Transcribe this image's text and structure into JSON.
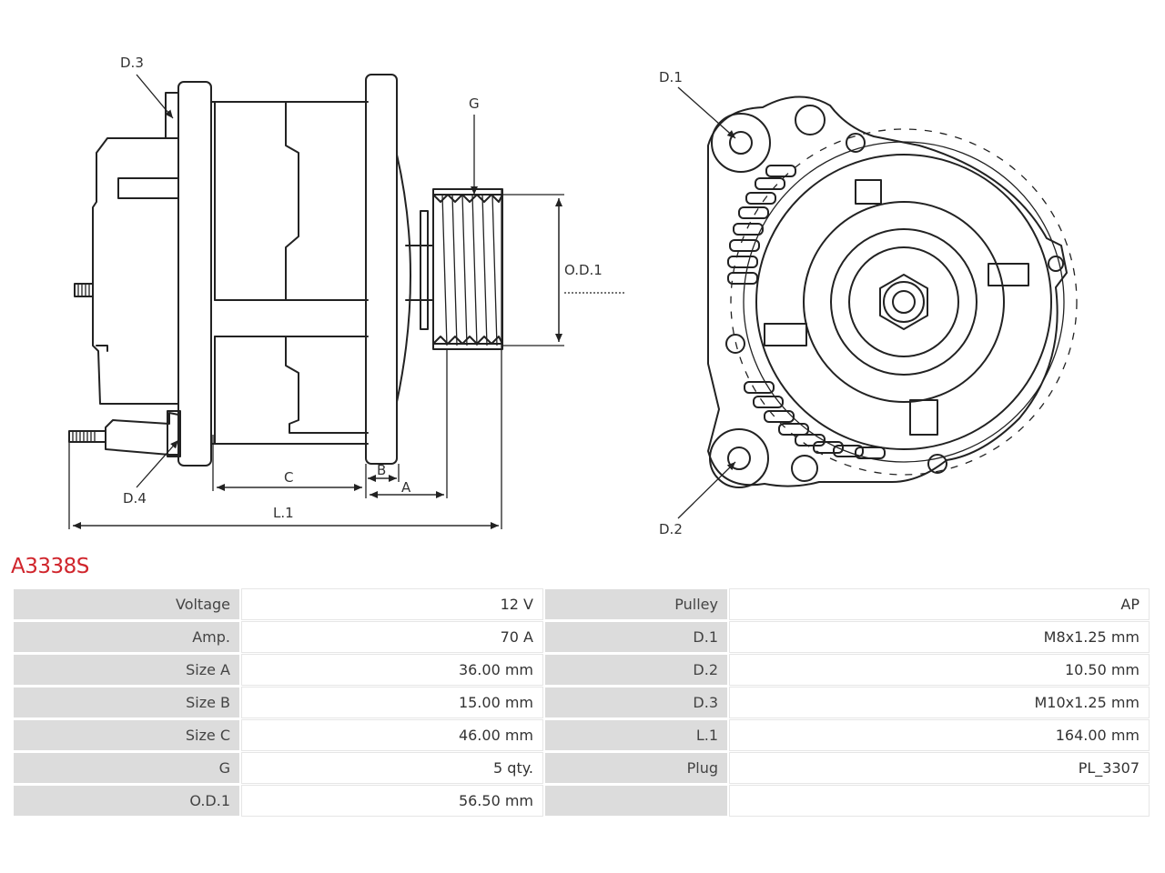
{
  "part_number": "A3338S",
  "diagram_labels": {
    "d1": "D.1",
    "d2": "D.2",
    "d3": "D.3",
    "d4": "D.4",
    "g": "G",
    "od1": "O.D.1",
    "a": "A",
    "b": "B",
    "c": "C",
    "l1": "L.1"
  },
  "specs": [
    {
      "label_left": "Voltage",
      "value_left": "12 V",
      "label_right": "Pulley",
      "value_right": "AP"
    },
    {
      "label_left": "Amp.",
      "value_left": "70 A",
      "label_right": "D.1",
      "value_right": "M8x1.25 mm"
    },
    {
      "label_left": "Size A",
      "value_left": "36.00 mm",
      "label_right": "D.2",
      "value_right": "10.50 mm"
    },
    {
      "label_left": "Size B",
      "value_left": "15.00 mm",
      "label_right": "D.3",
      "value_right": "M10x1.25 mm"
    },
    {
      "label_left": "Size C",
      "value_left": "46.00 mm",
      "label_right": "L.1",
      "value_right": "164.00 mm"
    },
    {
      "label_left": "G",
      "value_left": "5 qty.",
      "label_right": "Plug",
      "value_right": "PL_3307"
    },
    {
      "label_left": "O.D.1",
      "value_left": "56.50 mm",
      "label_right": "",
      "value_right": ""
    }
  ]
}
